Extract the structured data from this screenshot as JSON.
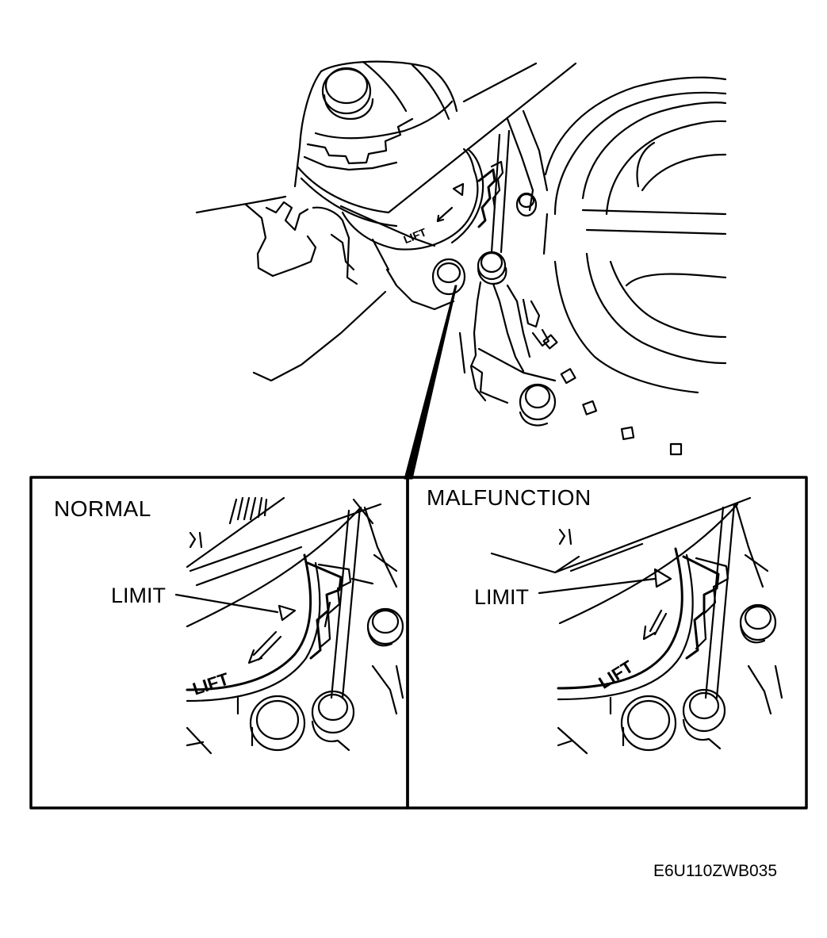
{
  "figure": {
    "panels": {
      "normal": {
        "title": "NORMAL",
        "callout": "LIMIT",
        "direction_mark": "LIFT"
      },
      "malfunction": {
        "title": "MALFUNCTION",
        "callout": "LIMIT",
        "direction_mark": "LIFT"
      }
    },
    "overview": {
      "direction_mark": "LIFT"
    },
    "code": "E6U110ZWB035"
  },
  "style": {
    "ink": "#000000",
    "paper": "#ffffff"
  }
}
